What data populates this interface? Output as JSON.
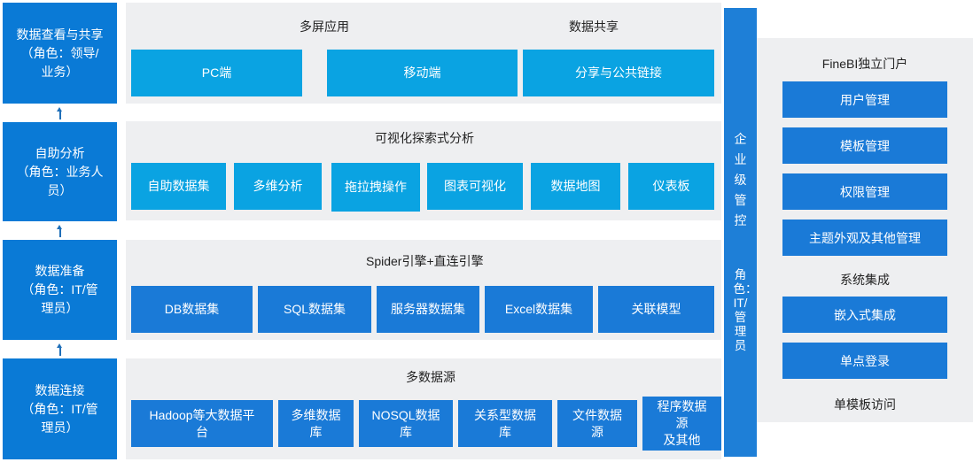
{
  "roles": [
    {
      "label": "数据查看与共享\n（角色：领导/\n业务）"
    },
    {
      "label": "自助分析\n（角色：业务人\n员）"
    },
    {
      "label": "数据准备\n（角色：IT/管\n理员）"
    },
    {
      "label": "数据连接\n（角色：IT/管\n理员）"
    }
  ],
  "layers": {
    "top": {
      "title_left": "多屏应用",
      "title_right": "数据共享",
      "chips": [
        "PC端",
        "移动端",
        "分享与公共链接"
      ]
    },
    "visual": {
      "title": "可视化探索式分析",
      "chips": [
        "自助数据集",
        "多维分析",
        "拖拉拽操作",
        "图表可视化",
        "数据地图",
        "仪表板"
      ]
    },
    "engine": {
      "title": "Spider引擎+直连引擎",
      "chips": [
        "DB数据集",
        "SQL数据集",
        "服务器数据集",
        "Excel数据集",
        "关联模型"
      ]
    },
    "sources": {
      "title": "多数据源",
      "chips": [
        "Hadoop等大数据平\n台",
        "多维数据\n库",
        "NOSQL数据\n库",
        "关系型数据\n库",
        "文件数据\n源",
        "程序数据\n源\n及其他"
      ]
    }
  },
  "control": {
    "title": "企业级管控",
    "role": "角色：IT/管理员"
  },
  "portal": {
    "title": "FineBI独立门户",
    "buttons": [
      "用户管理",
      "模板管理",
      "权限管理",
      "主题外观及其他管理"
    ],
    "integration_title": "系统集成",
    "integration_buttons": [
      "嵌入式集成",
      "单点登录"
    ],
    "footer": "单模板访问"
  },
  "colors": {
    "role_blue": "#0a7ad6",
    "chip_cyan": "#0aa3e2",
    "chip_blue": "#1a7ad7",
    "band_gray": "#eeeff1",
    "control_blue": "#1e7fd7"
  }
}
